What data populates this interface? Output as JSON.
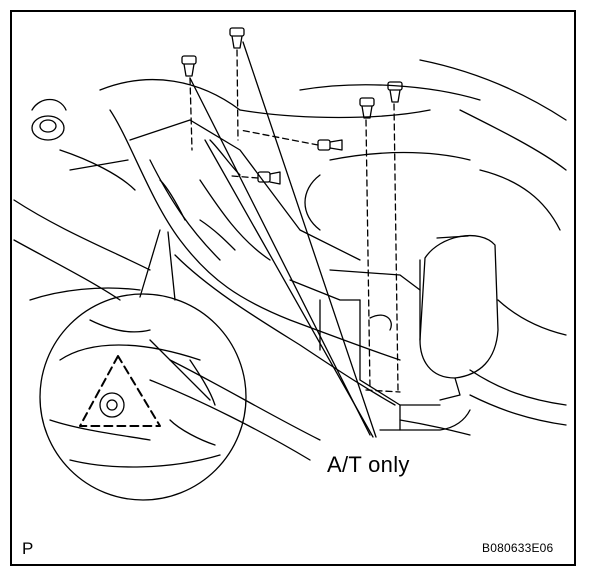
{
  "figure": {
    "callout_label": "A/T only",
    "corner_label": "P",
    "figure_code": "B080633E06"
  },
  "colors": {
    "line": "#000000",
    "background": "#ffffff"
  }
}
